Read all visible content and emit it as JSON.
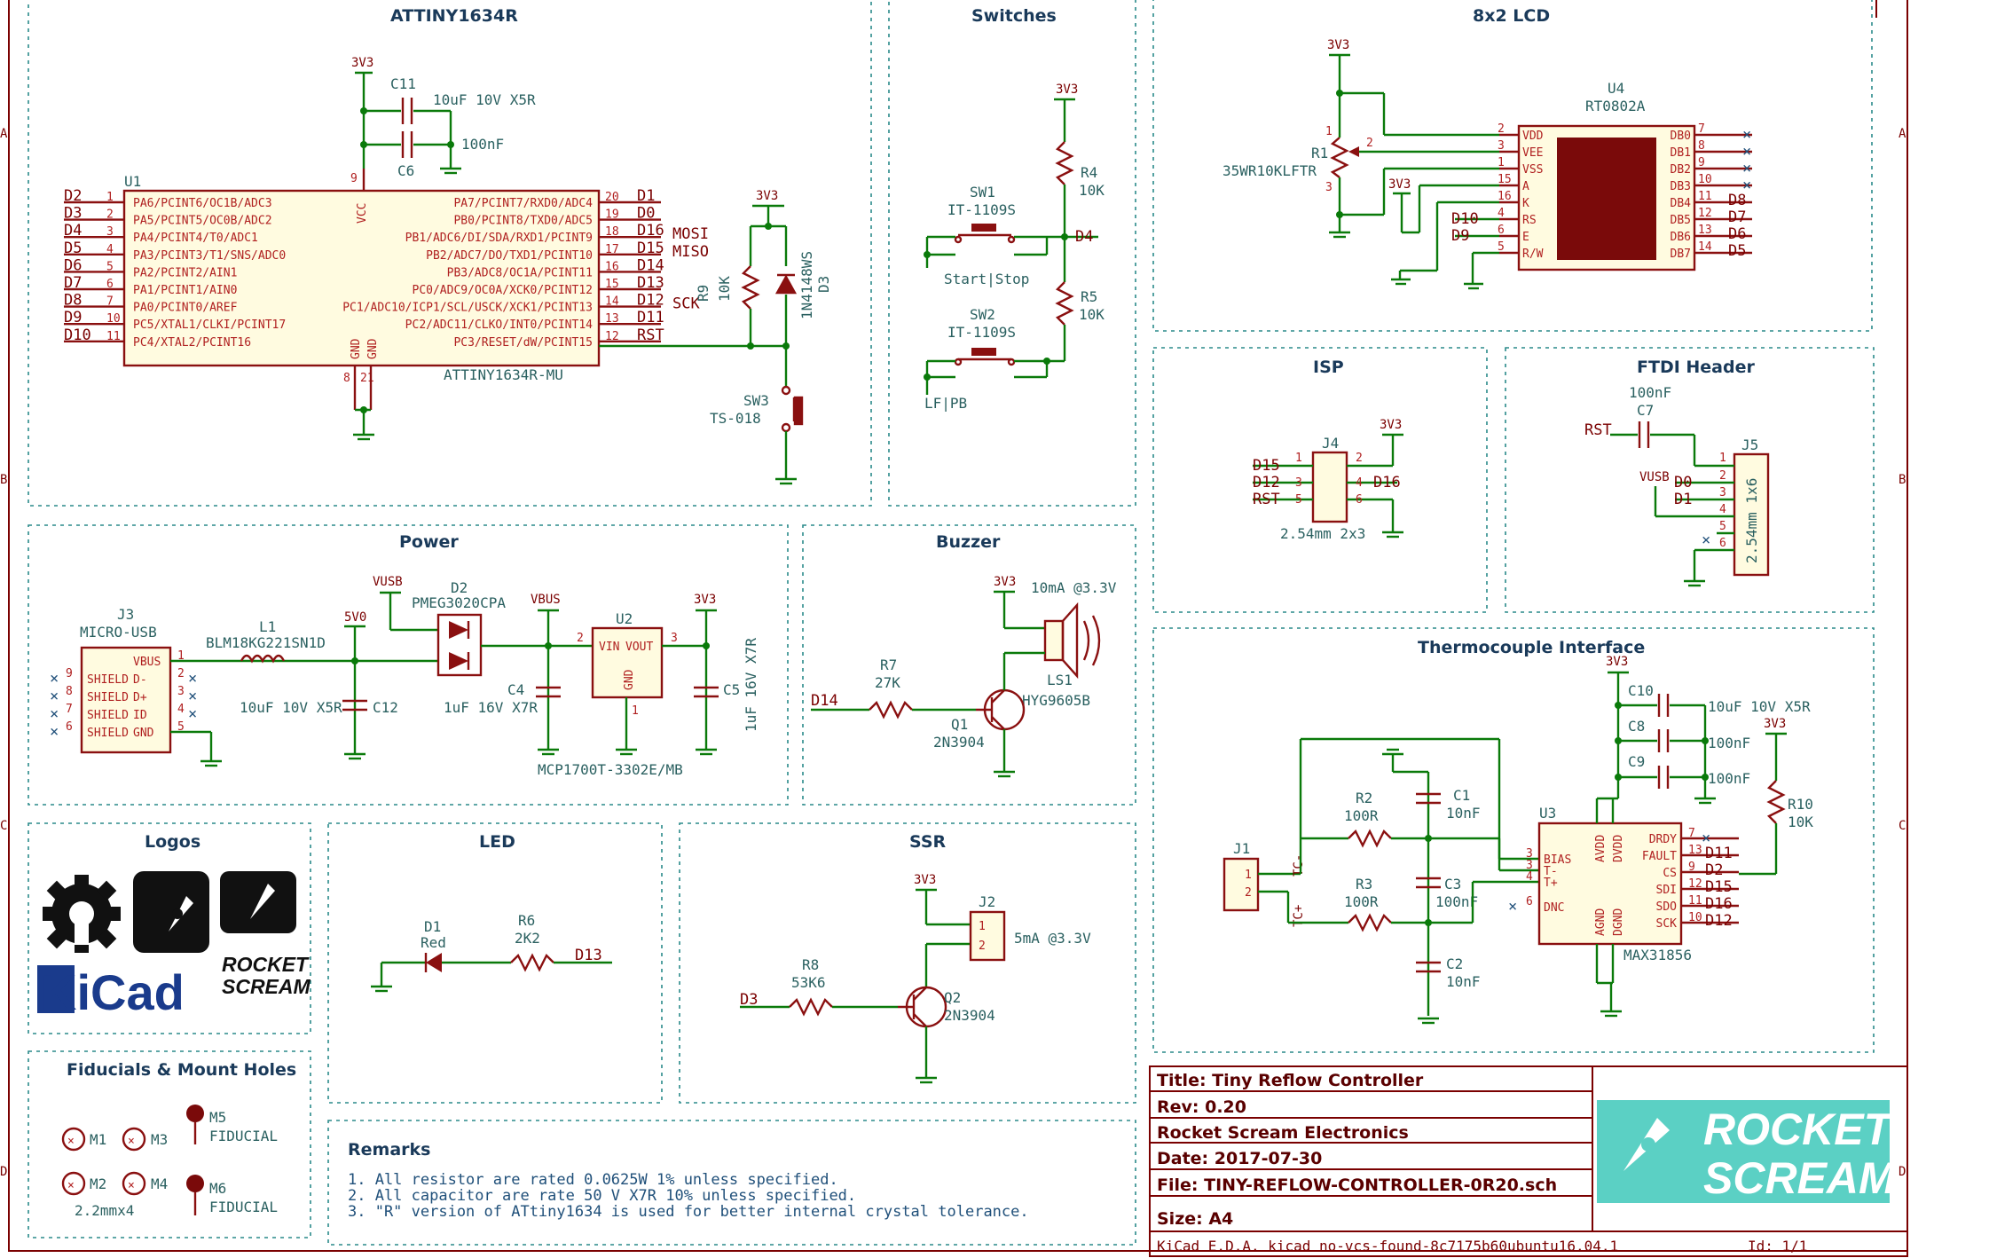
{
  "sections": {
    "attiny": "ATTINY1634R",
    "switches": "Switches",
    "lcd": "8x2 LCD",
    "isp": "ISP",
    "ftdi": "FTDI Header",
    "power": "Power",
    "buzzer": "Buzzer",
    "thermo": "Thermocouple Interface",
    "logos": "Logos",
    "led": "LED",
    "ssr": "SSR",
    "fiducials": "Fiducials & Mount Holes",
    "remarks": "Remarks"
  },
  "mcu": {
    "ref": "U1",
    "value": "ATTINY1634R-MU",
    "left_pins": [
      {
        "net": "D2",
        "num": "1",
        "name": "PA6/PCINT6/OC1B/ADC3"
      },
      {
        "net": "D3",
        "num": "2",
        "name": "PA5/PCINT5/OC0B/ADC2"
      },
      {
        "net": "D4",
        "num": "3",
        "name": "PA4/PCINT4/T0/ADC1"
      },
      {
        "net": "D5",
        "num": "4",
        "name": "PA3/PCINT3/T1/SNS/ADC0"
      },
      {
        "net": "D6",
        "num": "5",
        "name": "PA2/PCINT2/AIN1"
      },
      {
        "net": "D7",
        "num": "6",
        "name": "PA1/PCINT1/AIN0"
      },
      {
        "net": "D8",
        "num": "7",
        "name": "PA0/PCINT0/AREF"
      },
      {
        "net": "D9",
        "num": "10",
        "name": "PC5/XTAL1/CLKI/PCINT17"
      },
      {
        "net": "D10",
        "num": "11",
        "name": "PC4/XTAL2/PCINT16"
      }
    ],
    "right_pins": [
      {
        "num": "20",
        "name": "PA7/PCINT7/RXD0/ADC4",
        "net": "D1",
        "alt": ""
      },
      {
        "num": "19",
        "name": "PB0/PCINT8/TXD0/ADC5",
        "net": "D0",
        "alt": ""
      },
      {
        "num": "18",
        "name": "PB1/ADC6/DI/SDA/RXD1/PCINT9",
        "net": "D16",
        "alt": "MOSI"
      },
      {
        "num": "17",
        "name": "PB2/ADC7/DO/TXD1/PCINT10",
        "net": "D15",
        "alt": "MISO"
      },
      {
        "num": "16",
        "name": "PB3/ADC8/OC1A/PCINT11",
        "net": "D14",
        "alt": ""
      },
      {
        "num": "15",
        "name": "PC0/ADC9/OC0A/XCK0/PCINT12",
        "net": "D13",
        "alt": ""
      },
      {
        "num": "14",
        "name": "PC1/ADC10/ICP1/SCL/USCK/XCK1/PCINT13",
        "net": "D12",
        "alt": "SCK"
      },
      {
        "num": "13",
        "name": "PC2/ADC11/CLKO/INT0/PCINT14",
        "net": "D11",
        "alt": ""
      },
      {
        "num": "12",
        "name": "PC3/RESET/dW/PCINT15",
        "net": "RST",
        "alt": ""
      }
    ],
    "vcc": "VCC",
    "gnd": "GND",
    "vcc_pin": "9",
    "gnd_pins": [
      "8",
      "21"
    ]
  },
  "mcu_parts": {
    "rail": "3V3",
    "c11": {
      "ref": "C11",
      "value": "10uF 10V X5R"
    },
    "c6": {
      "ref": "C6",
      "value": "100nF"
    },
    "r9": {
      "ref": "R9",
      "value": "10K"
    },
    "d3": {
      "ref": "D3",
      "value": "1N4148WS"
    },
    "sw3": {
      "ref": "SW3",
      "value": "TS-018"
    }
  },
  "switches": {
    "rail": "3V3",
    "sw1": {
      "ref": "SW1",
      "value": "IT-1109S",
      "label": "Start|Stop"
    },
    "sw2": {
      "ref": "SW2",
      "value": "IT-1109S",
      "label": "LF|PB"
    },
    "r4": {
      "ref": "R4",
      "value": "10K"
    },
    "r5": {
      "ref": "R5",
      "value": "10K"
    },
    "net": "D4"
  },
  "lcd": {
    "ref": "U4",
    "value": "RT0802A",
    "pot": {
      "ref": "R1",
      "value": "35WR10KLFTR"
    },
    "rail": "3V3",
    "left_pins": [
      {
        "num": "2",
        "name": "VDD"
      },
      {
        "num": "3",
        "name": "VEE"
      },
      {
        "num": "1",
        "name": "VSS"
      },
      {
        "num": "15",
        "name": "A"
      },
      {
        "num": "16",
        "name": "K"
      },
      {
        "num": "4",
        "name": "RS"
      },
      {
        "num": "6",
        "name": "E"
      },
      {
        "num": "5",
        "name": "R/W"
      }
    ],
    "left_nets": [
      "D10",
      "D9"
    ],
    "right_pins": [
      {
        "num": "7",
        "name": "DB0",
        "net": ""
      },
      {
        "num": "8",
        "name": "DB1",
        "net": ""
      },
      {
        "num": "9",
        "name": "DB2",
        "net": ""
      },
      {
        "num": "10",
        "name": "DB3",
        "net": ""
      },
      {
        "num": "11",
        "name": "DB4",
        "net": "D8"
      },
      {
        "num": "12",
        "name": "DB5",
        "net": "D7"
      },
      {
        "num": "13",
        "name": "DB6",
        "net": "D6"
      },
      {
        "num": "14",
        "name": "DB7",
        "net": "D5"
      }
    ],
    "pot_pins": [
      "1",
      "2",
      "3"
    ]
  },
  "isp": {
    "ref": "J4",
    "value": "2.54mm 2x3",
    "rail": "3V3",
    "pins": [
      {
        "net": "D15",
        "num": "1"
      },
      {
        "net": "D12",
        "num": "3"
      },
      {
        "net": "RST",
        "num": "5"
      },
      {
        "net": "",
        "num": "2"
      },
      {
        "net": "D16",
        "num": "4"
      },
      {
        "net": "",
        "num": "6"
      }
    ]
  },
  "ftdi": {
    "ref": "J5",
    "value": "2.54mm 1x6",
    "cap": {
      "ref": "C7",
      "value": "100nF"
    },
    "nets": [
      "RST",
      "VUSB",
      "D0",
      "D1"
    ],
    "pins": [
      "1",
      "2",
      "3",
      "4",
      "5",
      "6"
    ]
  },
  "power": {
    "j3": {
      "ref": "J3",
      "value": "MICRO-USB",
      "pins": [
        {
          "num": "1",
          "name": "VBUS"
        },
        {
          "num": "2",
          "name": "D-"
        },
        {
          "num": "3",
          "name": "D+"
        },
        {
          "num": "4",
          "name": "ID"
        },
        {
          "num": "5",
          "name": "GND"
        }
      ],
      "shield": [
        {
          "num": "9",
          "name": "SHIELD"
        },
        {
          "num": "8",
          "name": "SHIELD"
        },
        {
          "num": "7",
          "name": "SHIELD"
        },
        {
          "num": "6",
          "name": "SHIELD"
        }
      ]
    },
    "l1": {
      "ref": "L1",
      "value": "BLM18KG221SN1D"
    },
    "c12": {
      "ref": "C12",
      "value": "10uF 10V X5R"
    },
    "d2": {
      "ref": "D2",
      "value": "PMEG3020CPA"
    },
    "c4": {
      "ref": "C4",
      "value": "1uF 16V X7R"
    },
    "u2": {
      "ref": "U2",
      "value": "MCP1700T-3302E/MB",
      "vin": "VIN",
      "vout": "VOUT",
      "gnd": "GND",
      "pins": [
        "2",
        "3",
        "1"
      ]
    },
    "c5": {
      "ref": "C5",
      "value": "1uF 16V X7R"
    },
    "nets": {
      "v5": "5V0",
      "vusb": "VUSB",
      "vbus": "VBUS",
      "v33": "3V3"
    }
  },
  "buzzer": {
    "rail": "3V3",
    "current": "10mA @3.3V",
    "net": "D14",
    "r7": {
      "ref": "R7",
      "value": "27K"
    },
    "q1": {
      "ref": "Q1",
      "value": "2N3904"
    },
    "ls1": {
      "ref": "LS1",
      "value": "HYG9605B"
    }
  },
  "thermo": {
    "rail": "3V3",
    "j1": {
      "ref": "J1",
      "tc_minus": "TC-",
      "tc_plus": "TC+",
      "pins": [
        "1",
        "2"
      ]
    },
    "r2": {
      "ref": "R2",
      "value": "100R"
    },
    "r3": {
      "ref": "R3",
      "value": "100R"
    },
    "c1": {
      "ref": "C1",
      "value": "10nF"
    },
    "c2": {
      "ref": "C2",
      "value": "10nF"
    },
    "c3": {
      "ref": "C3",
      "value": "100nF"
    },
    "c10": {
      "ref": "C10",
      "value": "10uF 10V X5R"
    },
    "c8": {
      "ref": "C8",
      "value": "100nF"
    },
    "c9": {
      "ref": "C9",
      "value": "100nF"
    },
    "r10": {
      "ref": "R10",
      "value": "10K"
    },
    "u3": {
      "ref": "U3",
      "value": "MAX31856",
      "left_pins": [
        {
          "num": "3",
          "name": "BIAS"
        },
        {
          "num": "3",
          "name": "T-"
        },
        {
          "num": "4",
          "name": "T+"
        },
        {
          "num": "6",
          "name": "DNC"
        }
      ],
      "right_pins": [
        {
          "num": "7",
          "name": "DRDY",
          "net": ""
        },
        {
          "num": "13",
          "name": "FAULT",
          "net": "D11"
        },
        {
          "num": "9",
          "name": "CS",
          "net": "D2"
        },
        {
          "num": "12",
          "name": "SDI",
          "net": "D15"
        },
        {
          "num": "11",
          "name": "SDO",
          "net": "D16"
        },
        {
          "num": "10",
          "name": "SCK",
          "net": "D12"
        }
      ],
      "top": [
        "AVDD",
        "DVDD"
      ],
      "bottom": [
        "AGND",
        "DGND"
      ]
    }
  },
  "led": {
    "d1": {
      "ref": "D1",
      "value": "Red"
    },
    "r6": {
      "ref": "R6",
      "value": "2K2"
    },
    "net": "D13"
  },
  "ssr": {
    "rail": "3V3",
    "current": "5mA @3.3V",
    "net": "D3",
    "r8": {
      "ref": "R8",
      "value": "53K6"
    },
    "q2": {
      "ref": "Q2",
      "value": "2N3904"
    },
    "j2": {
      "ref": "J2",
      "pins": [
        "1",
        "2"
      ]
    }
  },
  "fiducials": {
    "holes": [
      "M1",
      "M3",
      "M2",
      "M4"
    ],
    "hole_size": "2.2mmx4",
    "fid": [
      {
        "ref": "M5",
        "value": "FIDUCIAL"
      },
      {
        "ref": "M6",
        "value": "FIDUCIAL"
      }
    ]
  },
  "logos": {
    "kicad": "KiCad",
    "rocket_a": "ROCKET",
    "rocket_b": "SCREAM"
  },
  "remarks": [
    "1. All resistor are rated 0.0625W 1% unless specified.",
    "2. All capacitor are rate 50 V X7R 10% unless specified.",
    "3. \"R\" version of ATtiny1634 is used for better internal crystal tolerance."
  ],
  "title_block": {
    "title": "Title: Tiny Reflow Controller",
    "rev": "Rev: 0.20",
    "company": "Rocket Scream Electronics",
    "date": "Date: 2017-07-30",
    "file": "File: TINY-REFLOW-CONTROLLER-0R20.sch",
    "size": "Size: A4",
    "tool": "KiCad E.D.A.  kicad no-vcs-found-8c7175b60ubuntu16.04.1",
    "id": "Id: 1/1",
    "logo_a": "ROCKET",
    "logo_b": "SCREAM"
  },
  "frame_marks": {
    "rows": [
      "A",
      "B",
      "C",
      "D"
    ]
  },
  "colors": {
    "wire": "#0a7a0a",
    "part": "#8a1010",
    "ref": "#2a6060",
    "box": "#2a8a8a",
    "logo_teal": "#5bd0c4"
  }
}
